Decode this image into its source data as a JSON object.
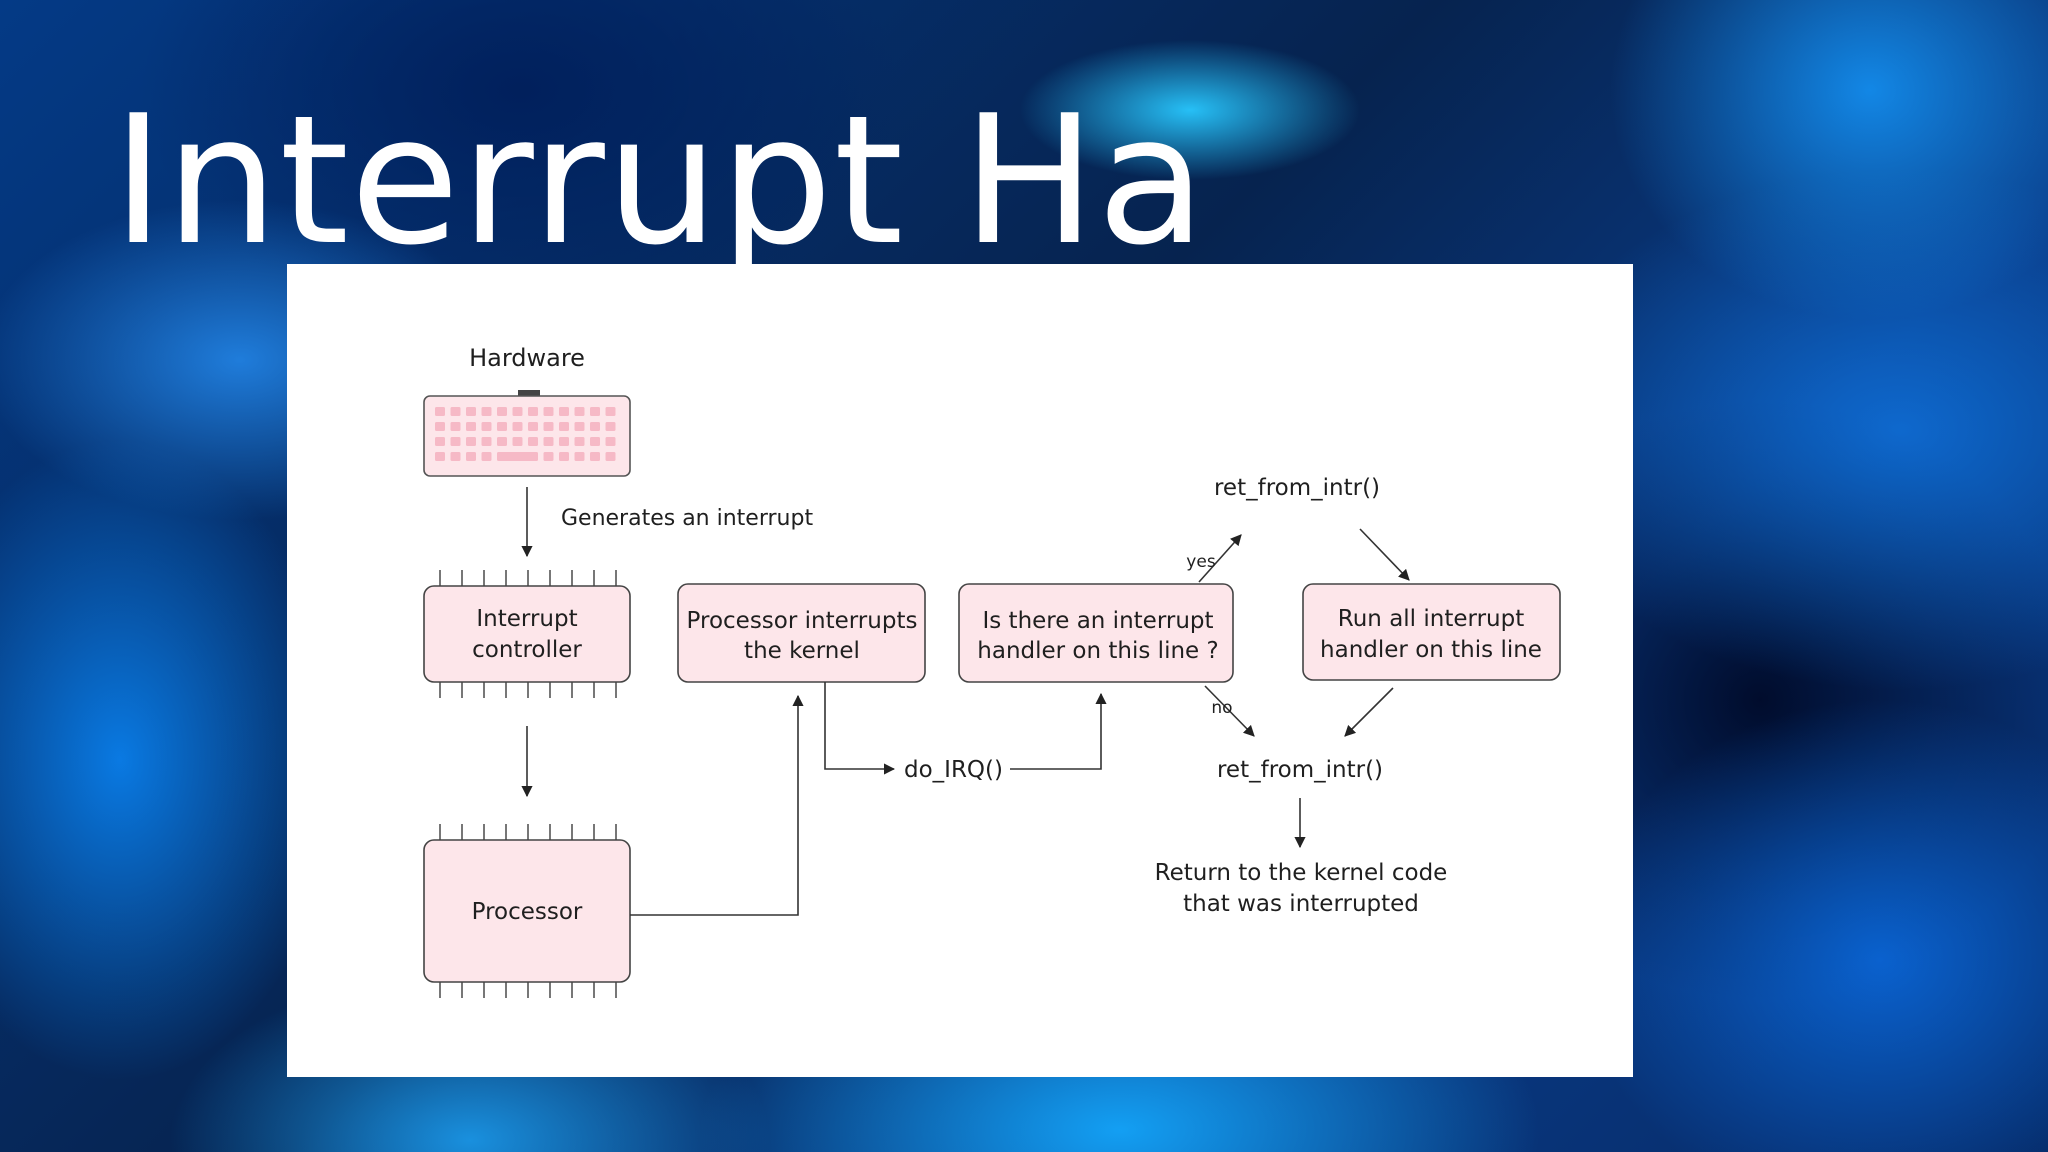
{
  "slide": {
    "title": "Interrupt Ha"
  },
  "diagram": {
    "hardware_label": "Hardware",
    "generates_label": "Generates an interrupt",
    "interrupt_controller": [
      "Interrupt",
      "controller"
    ],
    "processor_label": "Processor",
    "processor_interrupts": [
      "Processor interrupts",
      "the kernel"
    ],
    "do_irq_label": "do_IRQ()",
    "handler_question": [
      "Is there an interrupt",
      "handler on this line ?"
    ],
    "run_all": [
      "Run all interrupt",
      "handler on this line"
    ],
    "ret_top_label": "ret_from_intr()",
    "ret_bottom_label": "ret_from_intr()",
    "yes_label": "yes",
    "no_label": "no",
    "return_text": [
      "Return to the kernel code",
      "that was interrupted"
    ]
  },
  "colors": {
    "box_fill": "#fde6ea",
    "key_fill": "#f6b9c6",
    "title_text": "#ffffff"
  }
}
